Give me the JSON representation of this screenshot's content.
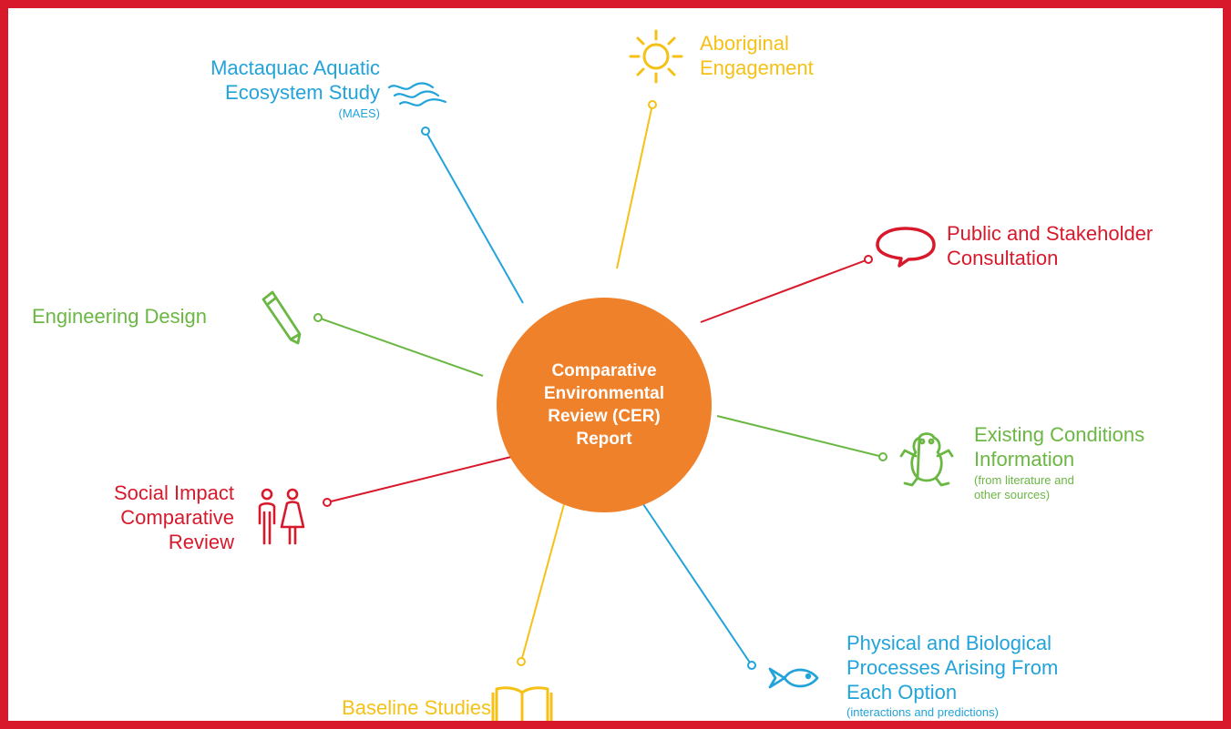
{
  "hub": {
    "text": "Comparative\nEnvironmental\nReview (CER)\nReport"
  },
  "colors": {
    "border": "#d7192b",
    "hub": "#f0812b",
    "blue": "#22a3d9",
    "yellow": "#f5c116",
    "red": "#d7192b",
    "green": "#6bb744"
  },
  "nodes": [
    {
      "id": "maes",
      "title": "Mactaquac Aquatic\nEcosystem Study",
      "subtitle": "(MAES)",
      "icon": "waves-icon",
      "color": "blue"
    },
    {
      "id": "aboriginal",
      "title": "Aboriginal\nEngagement",
      "icon": "sun-icon",
      "color": "yellow"
    },
    {
      "id": "public",
      "title": "Public and Stakeholder\nConsultation",
      "icon": "speech-bubble-icon",
      "color": "red"
    },
    {
      "id": "existing",
      "title": "Existing Conditions\nInformation",
      "subtitle": "(from literature and\nother sources)",
      "icon": "frog-icon",
      "color": "green"
    },
    {
      "id": "physical",
      "title": "Physical and Biological\nProcesses Arising From\nEach Option",
      "subtitle": "(interactions and predictions)",
      "icon": "fish-icon",
      "color": "blue"
    },
    {
      "id": "baseline",
      "title": "Baseline Studies",
      "icon": "book-icon",
      "color": "yellow"
    },
    {
      "id": "social",
      "title": "Social Impact\nComparative\nReview",
      "icon": "people-icon",
      "color": "red"
    },
    {
      "id": "engineering",
      "title": "Engineering Design",
      "icon": "pencil-icon",
      "color": "green"
    }
  ]
}
